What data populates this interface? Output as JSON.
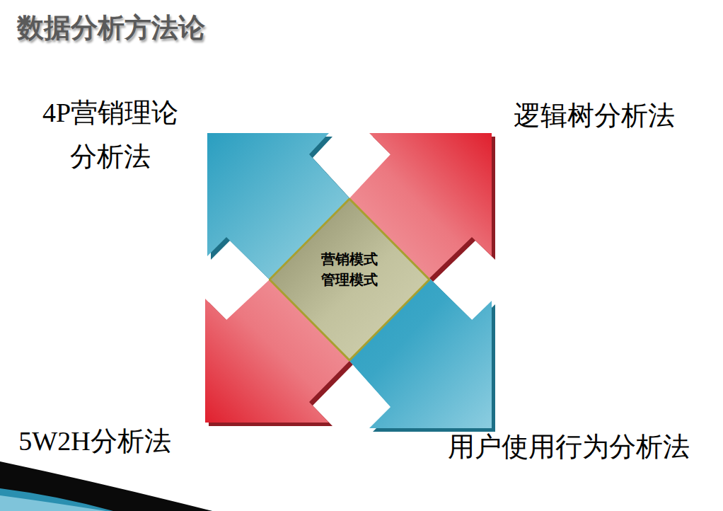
{
  "diagram": {
    "title": "数据分析方法论",
    "nodes": [
      {
        "text": [
          "营销模式 管理模式"
        ]
      }
    ],
    "labels": [
      "4P营销理论 分析法",
      "逻辑树分析法",
      "5W2H分析法",
      "用户使用行为分析法"
    ]
  }
}
